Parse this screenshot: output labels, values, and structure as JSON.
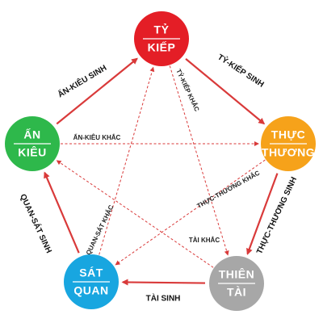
{
  "nodes": [
    {
      "id": "ty-kiep",
      "top": "TỶ",
      "bottom": "KIẾP",
      "color": "#e41e26"
    },
    {
      "id": "thuc-thuong",
      "top": "THỰC",
      "bottom": "THƯƠNG",
      "color": "#f6a21a"
    },
    {
      "id": "thien-tai",
      "top": "THIÊN",
      "bottom": "TÀI",
      "color": "#a7a7a7"
    },
    {
      "id": "sat-quan",
      "top": "SÁT",
      "bottom": "QUAN",
      "color": "#18a6e0"
    },
    {
      "id": "an-kieu",
      "top": "ẤN",
      "bottom": "KIÊU",
      "color": "#2eb84b"
    }
  ],
  "generating": [
    {
      "from": "an-kieu",
      "to": "ty-kiep",
      "label": "ẤN-KIÊU SINH"
    },
    {
      "from": "ty-kiep",
      "to": "thuc-thuong",
      "label": "TỶ-KIẾP SINH"
    },
    {
      "from": "thuc-thuong",
      "to": "thien-tai",
      "label": "THỰC-THƯƠNG SINH"
    },
    {
      "from": "thien-tai",
      "to": "sat-quan",
      "label": "TÀI SINH"
    },
    {
      "from": "sat-quan",
      "to": "an-kieu",
      "label": "QUAN-SÁT SINH"
    }
  ],
  "overcoming": [
    {
      "from": "ty-kiep",
      "to": "thien-tai",
      "label": "TỶ-KIẾP KHẮC"
    },
    {
      "from": "thuc-thuong",
      "to": "sat-quan",
      "label": "THỰC-THƯƠNG KHẮC"
    },
    {
      "from": "thien-tai",
      "to": "an-kieu",
      "label": "TÀI KHẮC"
    },
    {
      "from": "sat-quan",
      "to": "ty-kiep",
      "label": "QUAN-SÁT KHẮC"
    },
    {
      "from": "an-kieu",
      "to": "thuc-thuong",
      "label": "ẤN-KIÊU KHẮC"
    }
  ],
  "colors": {
    "generating_arrow": "#d93a3a",
    "overcoming_arrow": "#d93a3a",
    "divider": "#ffffff"
  }
}
